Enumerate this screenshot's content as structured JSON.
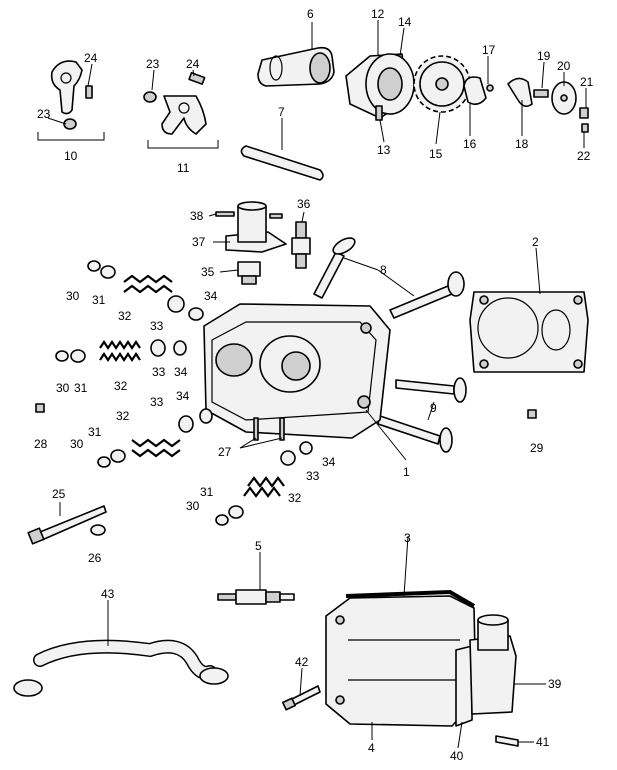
{
  "callouts": [
    {
      "id": "c1",
      "text": "1"
    },
    {
      "id": "c2",
      "text": "2"
    },
    {
      "id": "c3",
      "text": "3"
    },
    {
      "id": "c4",
      "text": "4"
    },
    {
      "id": "c5",
      "text": "5"
    },
    {
      "id": "c6",
      "text": "6"
    },
    {
      "id": "c7",
      "text": "7"
    },
    {
      "id": "c8",
      "text": "8"
    },
    {
      "id": "c9",
      "text": "9"
    },
    {
      "id": "c10",
      "text": "10"
    },
    {
      "id": "c11",
      "text": "11"
    },
    {
      "id": "c12",
      "text": "12"
    },
    {
      "id": "c13",
      "text": "13"
    },
    {
      "id": "c14",
      "text": "14"
    },
    {
      "id": "c15",
      "text": "15"
    },
    {
      "id": "c16",
      "text": "16"
    },
    {
      "id": "c17",
      "text": "17"
    },
    {
      "id": "c18",
      "text": "18"
    },
    {
      "id": "c19",
      "text": "19"
    },
    {
      "id": "c20",
      "text": "20"
    },
    {
      "id": "c21",
      "text": "21"
    },
    {
      "id": "c22",
      "text": "22"
    },
    {
      "id": "c23a",
      "text": "23"
    },
    {
      "id": "c23b",
      "text": "23"
    },
    {
      "id": "c24a",
      "text": "24"
    },
    {
      "id": "c24b",
      "text": "24"
    },
    {
      "id": "c25",
      "text": "25"
    },
    {
      "id": "c26",
      "text": "26"
    },
    {
      "id": "c27",
      "text": "27"
    },
    {
      "id": "c28",
      "text": "28"
    },
    {
      "id": "c29",
      "text": "29"
    },
    {
      "id": "c30a",
      "text": "30"
    },
    {
      "id": "c30b",
      "text": "30"
    },
    {
      "id": "c30c",
      "text": "30"
    },
    {
      "id": "c30d",
      "text": "30"
    },
    {
      "id": "c31a",
      "text": "31"
    },
    {
      "id": "c31b",
      "text": "31"
    },
    {
      "id": "c31c",
      "text": "31"
    },
    {
      "id": "c31d",
      "text": "31"
    },
    {
      "id": "c32a",
      "text": "32"
    },
    {
      "id": "c32b",
      "text": "32"
    },
    {
      "id": "c32c",
      "text": "32"
    },
    {
      "id": "c32d",
      "text": "32"
    },
    {
      "id": "c33a",
      "text": "33"
    },
    {
      "id": "c33b",
      "text": "33"
    },
    {
      "id": "c33c",
      "text": "33"
    },
    {
      "id": "c33d",
      "text": "33"
    },
    {
      "id": "c34a",
      "text": "34"
    },
    {
      "id": "c34b",
      "text": "34"
    },
    {
      "id": "c34c",
      "text": "34"
    },
    {
      "id": "c34d",
      "text": "34"
    },
    {
      "id": "c35",
      "text": "35"
    },
    {
      "id": "c36",
      "text": "36"
    },
    {
      "id": "c37",
      "text": "37"
    },
    {
      "id": "c38",
      "text": "38"
    },
    {
      "id": "c39",
      "text": "39"
    },
    {
      "id": "c40",
      "text": "40"
    },
    {
      "id": "c41",
      "text": "41"
    },
    {
      "id": "c42",
      "text": "42"
    },
    {
      "id": "c43",
      "text": "43"
    }
  ]
}
